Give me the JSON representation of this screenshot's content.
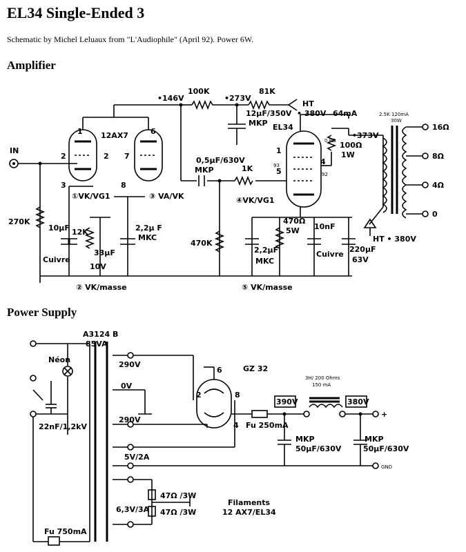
{
  "page": {
    "title": "EL34 Single-Ended 3",
    "caption": "Schematic by Michel Leluaux from \"L'Audiophile\" (April 92). Power 6W.",
    "amp_heading": "Amplifier",
    "ps_heading": "Power Supply"
  },
  "amp": {
    "v146": "•146V",
    "r100k": "100K",
    "v273": "•273V",
    "r81k": "81K",
    "ht380": "HT",
    "ht380v": "• 380V",
    "i64": "64mA",
    "cap12": "12µF/350V",
    "mkp1": "MKP",
    "tube1": "12AX7",
    "el34": "EL34",
    "in": "IN",
    "p1": "1",
    "p2a": "2",
    "p2b": "2",
    "p3": "3",
    "p6": "6",
    "p7": "7",
    "p8": "8",
    "vk1": "①VK/VG1",
    "vak": "③ VA/VK",
    "r270": "270K",
    "c10": "10µF",
    "cuivre1": "Cuivre",
    "r12k": "12K",
    "c33": "33µF",
    "v10": "10V",
    "c22a": "2,2µ F",
    "mkc1": "MKC",
    "vkm2": "② VK/masse",
    "c05": "0,5µF/630V",
    "mkp2": "MKP",
    "r1k": "1K",
    "r470k": "470K",
    "vk4": "④VK/VG1",
    "c22b": "2,2µF",
    "mkc2": "MKC",
    "r470": "470Ω",
    "w5": "5W",
    "c10n": "10nF",
    "cuivre2": "Cuivre",
    "c220": "220µF",
    "v63": "63V",
    "vkm5": "⑤ VK/masse",
    "v373": "•373V",
    "r084": "0,8Ω",
    "r100": "100Ω",
    "w1": "1W",
    "p93": "93",
    "p5": "5",
    "p4": "4",
    "p92": "92",
    "p1b": "1",
    "xfmr": "2.5K 120mA",
    "xfmr_w": "30W",
    "t16": "16Ω",
    "t8": "8Ω",
    "t4": "4Ω",
    "t0": "0",
    "ht2": "HT • 380V"
  },
  "ps": {
    "xname": "A3124 B",
    "xva": "85VA",
    "neon": "Néon",
    "c22n": "22nF/1,2kV",
    "fu750": "Fu 750mA",
    "s290a": "290V",
    "s0v": "0V",
    "s290b": "290V",
    "s5v": "5V/2A",
    "s63": "6,3V/3A",
    "r47a": "47Ω /3W",
    "r47b": "47Ω /3W",
    "fil": "Filaments",
    "fil2": "12 AX7/EL34",
    "gz": "GZ 32",
    "p6": "6",
    "p2": "2",
    "p8": "8",
    "p4": "4",
    "fu250": "Fu 250mA",
    "v390": "390V",
    "choke": "3H/ 200 Ohms",
    "choke_i": "150 mA",
    "v380": "380V",
    "plus": "+",
    "mkp_a": "MKP",
    "c50a": "50µF/630V",
    "mkp_b": "MKP",
    "c50b": "50µF/630V",
    "gnd": "GND"
  }
}
